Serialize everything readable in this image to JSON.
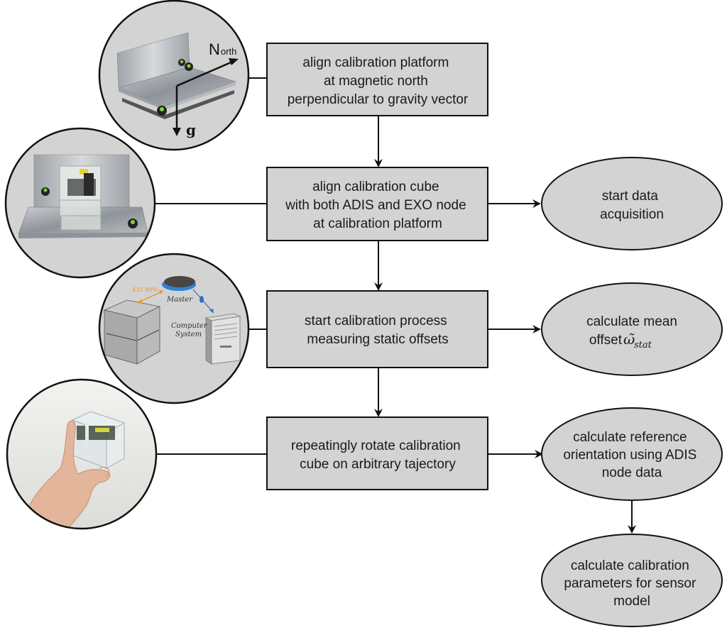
{
  "colors": {
    "box_fill": "#d3d3d3",
    "circle_fill": "#d3d3d3",
    "stroke": "#111111",
    "freq_link": "#e8962a",
    "bt_link": "#2f6fbf",
    "bubble_green": "#7fd43a"
  },
  "steps": [
    {
      "lines": [
        "align calibration platform",
        "at magnetic north",
        "perpendicular to gravity vector"
      ]
    },
    {
      "lines": [
        "align calibration cube",
        "with both ADIS and EXO node",
        "at calibration platform"
      ]
    },
    {
      "lines": [
        "start calibration process",
        "measuring static offsets"
      ]
    },
    {
      "lines": [
        "repeatingly rotate calibration",
        "cube on arbitrary tajectory"
      ]
    }
  ],
  "outcomes": [
    {
      "lines": [
        "start data",
        "acquisition"
      ]
    },
    {
      "lines": [
        "calculate mean",
        "offset "
      ],
      "math": "ω̃",
      "math_sub": "stat"
    },
    {
      "lines": [
        "calculate reference",
        "orientation using ADIS",
        "node data"
      ]
    },
    {
      "lines": [
        "calculate calibration",
        "parameters for sensor",
        "model"
      ]
    }
  ],
  "photos": {
    "platform": {
      "north_label": "N",
      "north_sub": "orth",
      "gravity_label": "g"
    },
    "system": {
      "freq_label": "433 MHz",
      "master_label": "Master",
      "computer_label_1": "Computer",
      "computer_label_2": "System"
    }
  }
}
